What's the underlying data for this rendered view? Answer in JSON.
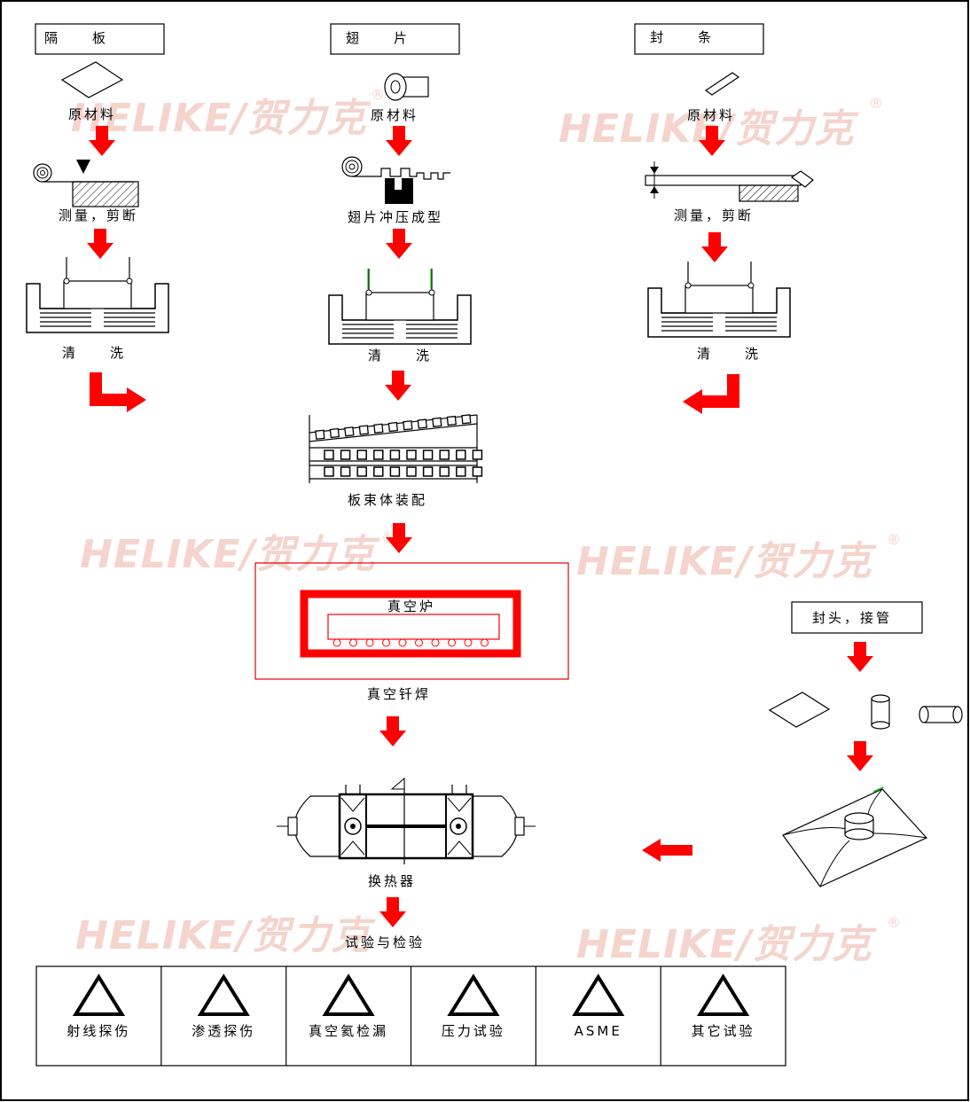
{
  "watermark": {
    "text": "HELIKE/贺力克",
    "reg": "®"
  },
  "columns": {
    "plate": {
      "title": "隔　　板",
      "raw": "原材料",
      "cut": "测量，剪断",
      "wash": "清　　洗"
    },
    "fin": {
      "title": "翅　　片",
      "raw": "原材料",
      "stamp": "翅片冲压成型",
      "wash": "清　　洗"
    },
    "seal": {
      "title": "封　　条",
      "raw": "原材料",
      "cut": "测量，剪断",
      "wash": "清　　洗"
    }
  },
  "assembly": {
    "label": "板束体装配"
  },
  "furnace": {
    "label": "真空炉",
    "caption": "真空钎焊"
  },
  "heads": {
    "title": "封头，接管"
  },
  "exchanger": {
    "label": "换热器"
  },
  "inspection": {
    "label": "试验与检验",
    "tests": [
      "射线探伤",
      "渗透探伤",
      "真空氦检漏",
      "压力试验",
      "ASME",
      "其它试验"
    ]
  },
  "colors": {
    "arrow": "#ff0000",
    "frame": "#000000",
    "watermark": "#f4d4cc",
    "accent": "#00cc00"
  }
}
